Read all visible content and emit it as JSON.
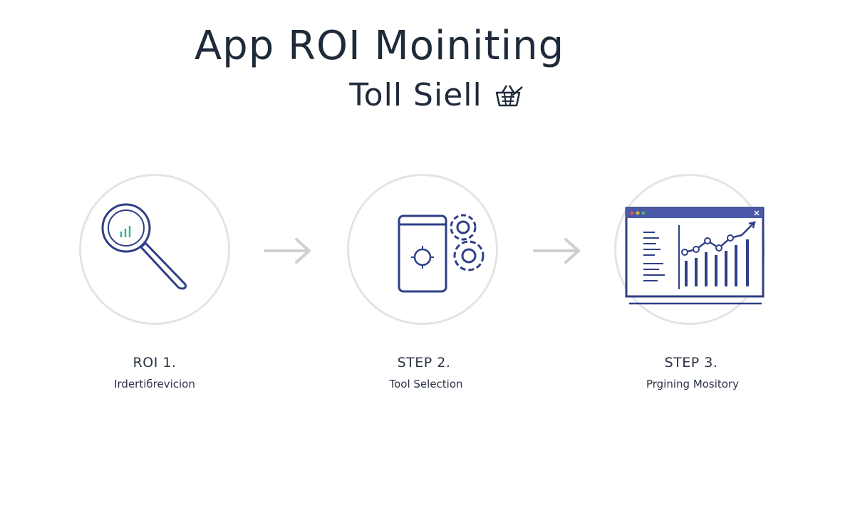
{
  "header": {
    "title": "App ROI Moiniting",
    "subtitle": "Toll Siell",
    "subtitle_icon": "basket-icon"
  },
  "steps": [
    {
      "label": "ROI 1.",
      "description": "Irdertiбrevicion",
      "icon": "magnifier-chart-icon"
    },
    {
      "label": "STEP 2.",
      "description": "Tool Selection",
      "icon": "phone-gears-icon"
    },
    {
      "label": "STEP 3.",
      "description": "Prgining Mository",
      "icon": "dashboard-chart-icon"
    }
  ],
  "connector_icon": "arrow-right-icon",
  "colors": {
    "icon_stroke": "#2f3f86",
    "accent_green": "#3bb38f",
    "circle_border": "#e4e4e4",
    "arrow": "#cfcfcf",
    "text": "#1f2a3a"
  }
}
